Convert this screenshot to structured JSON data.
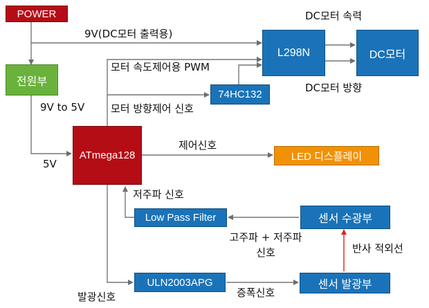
{
  "blocks": {
    "power": "POWER",
    "power_supply": "전원부",
    "mcu": "ATmega128",
    "driver": "L298N",
    "dc_motor": "DC모터",
    "inverter": "74HC132",
    "led_display": "LED 디스플레이",
    "lpf": "Low Pass Filter",
    "sensor_rx": "센서 수광부",
    "uln": "ULN2003APG",
    "sensor_tx": "센서 발광부"
  },
  "labels": {
    "nine_v": "9V(DC모터 출력용)",
    "motor_speed": "DC모터 속력",
    "speed_pwm": "모터 속도제어용 PWM",
    "motor_dir": "DC모터 방향",
    "dir_signal": "모터 방향제어 신호",
    "nine_to_five": "9V to 5V",
    "five_v": "5V",
    "control_signal": "제어신호",
    "low_freq": "저주파 신호",
    "mixed_line1": "고주파 + 저주파",
    "mixed_line2": "신호",
    "reflected": "반사 적외선",
    "emit_signal": "발광신호",
    "amp_signal": "증폭신호"
  },
  "colors": {
    "red_block": "#b50d16",
    "green_block": "#6ab23c",
    "blue_block": "#1a73b8",
    "orange_block": "#f19206",
    "wire": "#777777",
    "ir_arrow": "#e02020"
  }
}
